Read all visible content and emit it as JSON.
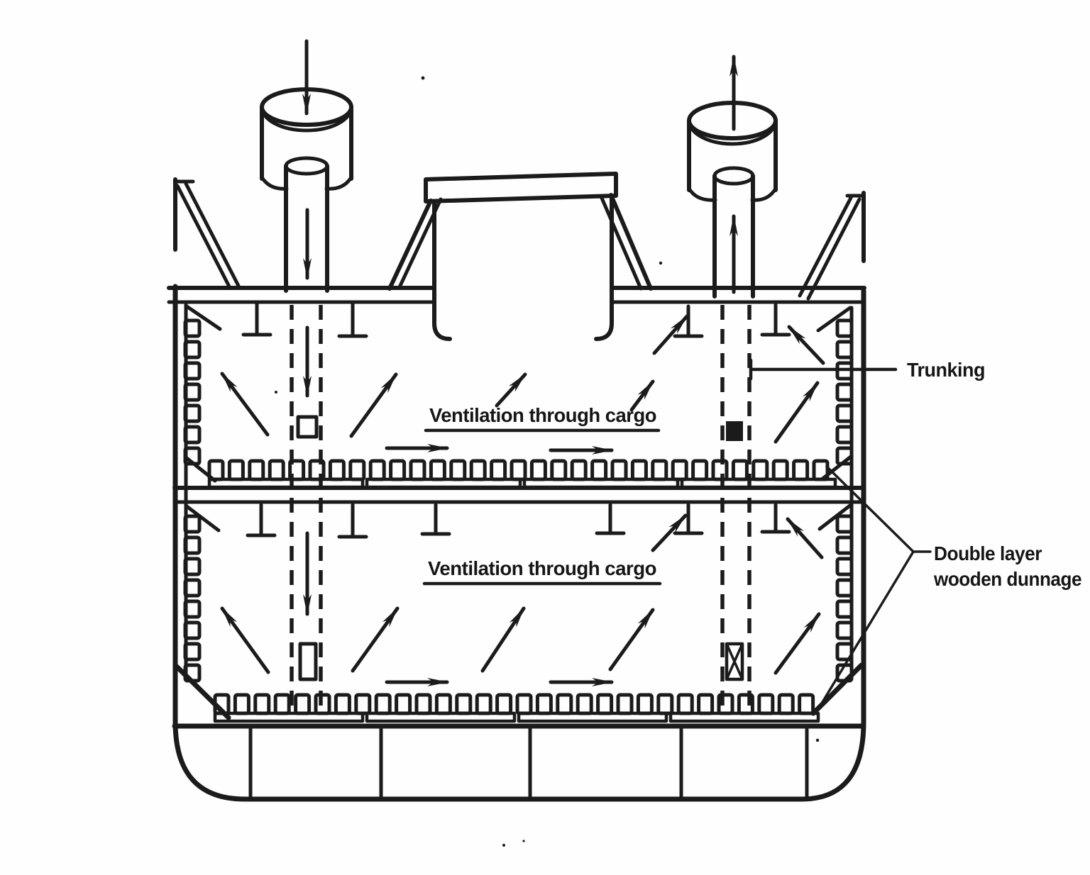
{
  "labels": {
    "trunking": "Trunking",
    "upper_hold_flow": "Ventilation through cargo",
    "lower_hold_flow": "Ventilation through cargo",
    "dunnage_label_line1": "Double layer",
    "dunnage_label_line2": "wooden dunnage"
  },
  "symbols": {
    "intake_arrow": "down-arrow into left cowl ventilator",
    "exhaust_arrow": "up-arrow out of right cowl ventilator",
    "airflow_arrow": "diagonal/horizontal ventilation-through-cargo arrows",
    "trunk_lines": "vertical dashed trunking ducts",
    "dunnage_blocks": "double layer wooden dunnage (battens over planks)"
  },
  "colors": {
    "ink": "#1b1b1b",
    "paper": "#ffffff"
  }
}
